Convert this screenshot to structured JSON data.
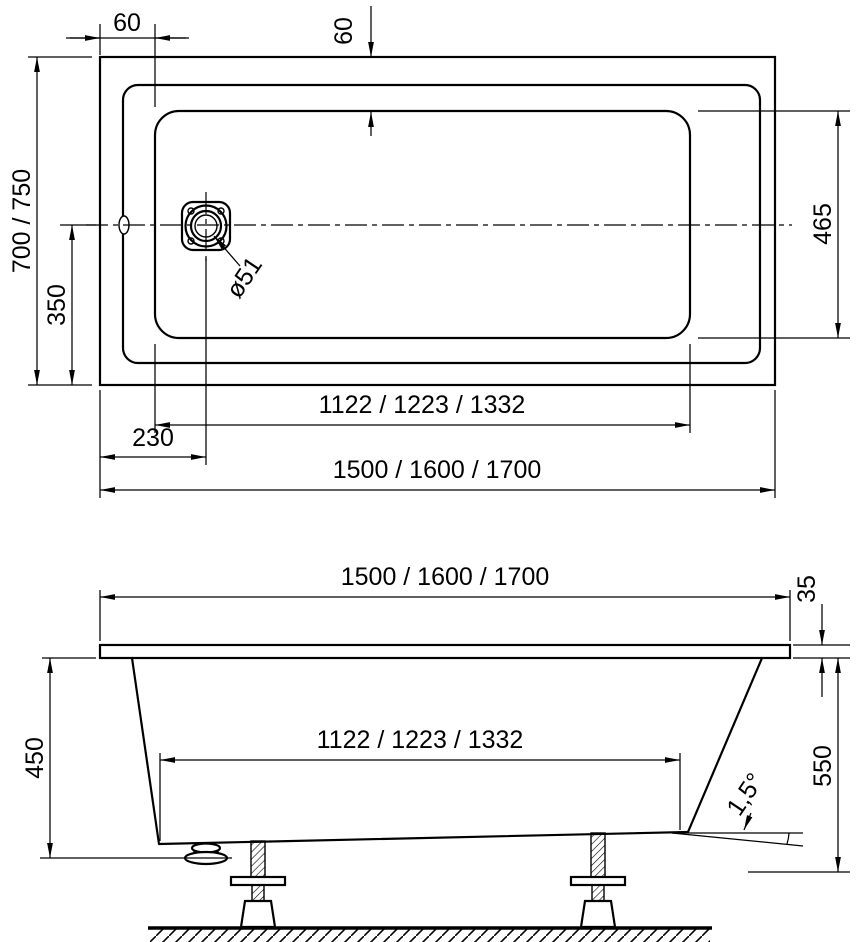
{
  "colors": {
    "line": "#000000",
    "background": "#ffffff"
  },
  "top_view": {
    "offset_left": "60",
    "offset_top": "60",
    "overall_width": "700 / 750",
    "center_to_edge": "350",
    "basin_width": "465",
    "drain_diameter": "ø51",
    "basin_length": "1122 / 1223 / 1332",
    "drain_offset": "230",
    "overall_length": "1500 / 1600 / 1700"
  },
  "side_view": {
    "overall_length": "1500 / 1600 / 1700",
    "rim_thickness": "35",
    "inner_depth": "450",
    "basin_bottom_length": "1122 / 1223 / 1332",
    "bottom_slope": "1,5°",
    "overall_height": "550"
  }
}
